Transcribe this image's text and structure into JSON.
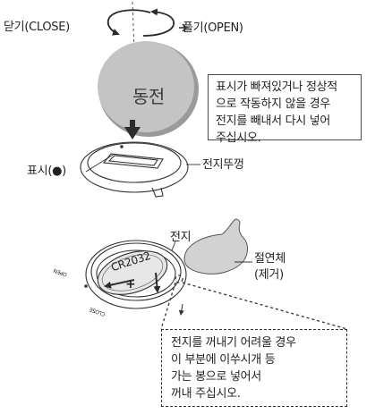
{
  "labels": {
    "close": "닫기(CLOSE)",
    "open": "풀기(OPEN)",
    "coin": "동전",
    "mark": "표시(●)",
    "battery_cover": "전지뚜껑",
    "battery": "전지",
    "insulator_line1": "절연체",
    "insulator_line2": "(제거)",
    "battery_model": "CR2032",
    "polarity": "+",
    "mini_open": "OPEN",
    "mini_close": "CLOSE"
  },
  "notes": {
    "mark_missing": [
      "표시가 빠져있거나 정상적",
      "으로 작동하지 않을 경우",
      "전지를 빼내서 다시 넣어",
      "주십시오."
    ],
    "removal_tip": [
      "전지를 꺼내기 어려울 경우",
      "이 부분에 이쑤시개 등",
      "가는 봉으로 넣어서",
      "꺼내 주십시오."
    ]
  },
  "colors": {
    "coin": "#c4c4c4",
    "coin_rim": "#9a9a9a",
    "arrow": "#2b2b2b",
    "line": "#333333",
    "insulator": "#d2d2d2"
  }
}
